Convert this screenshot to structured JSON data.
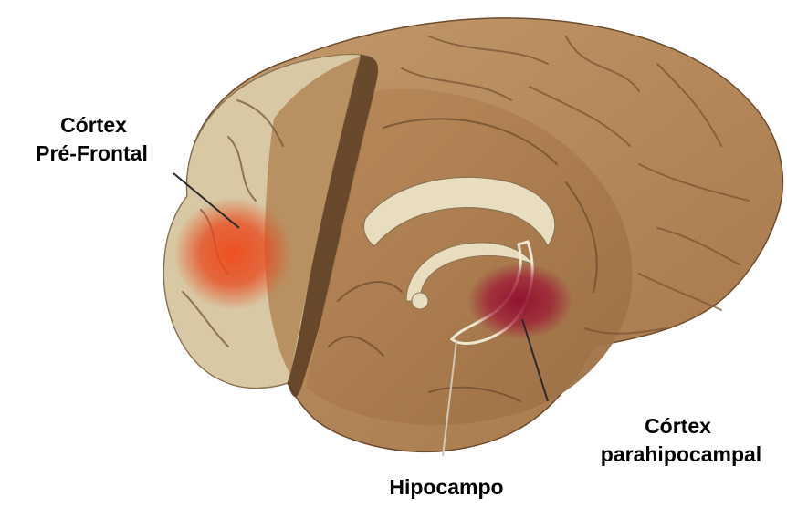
{
  "labels": {
    "prefrontal_cortex": {
      "line1": "Córtex",
      "line2": "Pré-Frontal"
    },
    "parahippocampal_cortex": {
      "line1": "Córtex",
      "line2": "parahipocampal"
    },
    "hippocampus": {
      "text": "Hipocampo"
    }
  },
  "colors": {
    "background": "#ffffff",
    "brain_tissue": "#b88a5c",
    "brain_lateral_pale": "#d8c9a4",
    "medial_surface": "#a57a4e",
    "prefrontal_highlight": "#e8461b",
    "parahippocampal_highlight": "#9e1233",
    "label_text": "#000000"
  }
}
